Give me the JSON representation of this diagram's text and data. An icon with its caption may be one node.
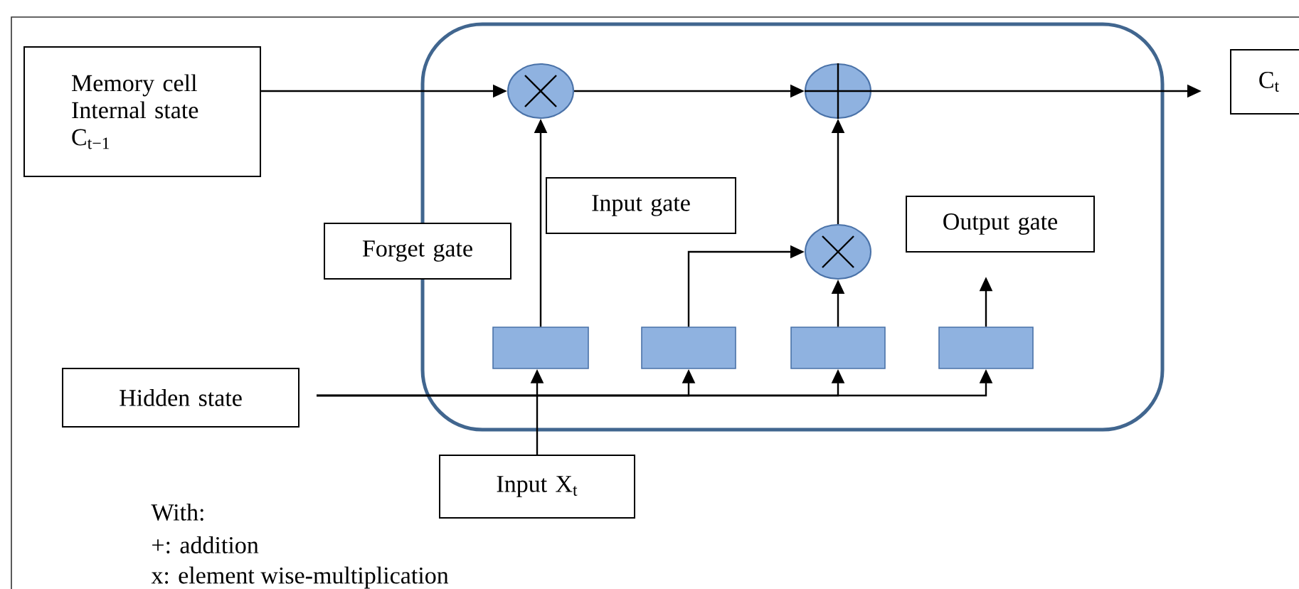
{
  "diagram": {
    "nodes": [
      {
        "text": [
          "Memory cell Internal state C$_{t−1}$"
        ]
      },
      {
        "text": [],
        "shape": "box"
      },
      {
        "text": [],
        "shape": "circle",
        "in": 1
      },
      {
        "text": [],
        "shape": "circle",
        "in": 1
      },
      {
        "text": [
          "C$_{t}$"
        ]
      },
      {
        "text": [
          "Input gate"
        ],
        "in": 1
      },
      {
        "text": [
          "Forget gate"
        ]
      },
      {
        "text": [],
        "shape": "circle",
        "in": 1
      },
      {
        "text": [
          "Output gate"
        ],
        "in": 1
      },
      {
        "text": [],
        "shape": "box",
        "in": 1
      },
      {
        "text": [],
        "shape": "box",
        "in": 1
      },
      {
        "text": [],
        "shape": "box",
        "in": 1
      },
      {
        "text": [],
        "shape": "box",
        "in": 1
      },
      {
        "text": [
          "Hidden state"
        ]
      },
      {
        "text": [
          "Input X$_{t}$"
        ]
      }
    ],
    "edges": [
      {
        "from": 0,
        "to": 2,
        "arrow": "to"
      },
      {
        "from": 9,
        "to": 2,
        "arrow": "to"
      },
      {
        "from": 2,
        "to": 3,
        "arrow": "to"
      },
      {
        "from": 3,
        "to": 4,
        "arrow": "to"
      },
      {
        "from": 10,
        "to": 7,
        "arrow": "to"
      },
      {
        "from": 11,
        "to": 7,
        "arrow": "to"
      },
      {
        "from": 7,
        "to": 3,
        "arrow": "to"
      },
      {
        "from": 12,
        "to": null,
        "arrow": "to"
      },
      {
        "from": 14,
        "to": 9,
        "arrow": "to"
      },
      {
        "from": 13,
        "to": 10,
        "arrow": "to"
      },
      {
        "from": 13,
        "to": 11,
        "arrow": "to"
      },
      {
        "from": 13,
        "to": 12,
        "arrow": "to"
      }
    ],
    "labels": [
      "With:",
      "+: addition",
      "x: element wise-multiplication"
    ]
  }
}
